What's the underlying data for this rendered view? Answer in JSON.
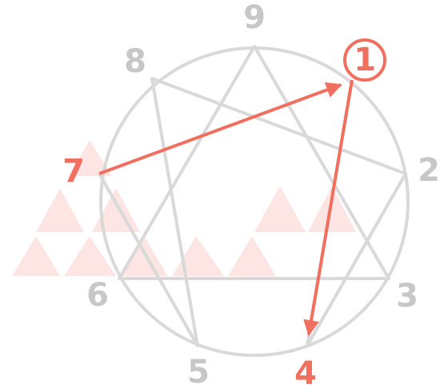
{
  "diagram": {
    "points": [
      {
        "id": "p1",
        "label": "1",
        "highlighted": true,
        "circled": true
      },
      {
        "id": "p2",
        "label": "2",
        "highlighted": false
      },
      {
        "id": "p3",
        "label": "3",
        "highlighted": false
      },
      {
        "id": "p4",
        "label": "4",
        "highlighted": true
      },
      {
        "id": "p5",
        "label": "5",
        "highlighted": false
      },
      {
        "id": "p6",
        "label": "6",
        "highlighted": false
      },
      {
        "id": "p7",
        "label": "7",
        "highlighted": true
      },
      {
        "id": "p8",
        "label": "8",
        "highlighted": false
      },
      {
        "id": "p9",
        "label": "9",
        "highlighted": false
      }
    ],
    "arrows": [
      {
        "from": "7",
        "to": "1"
      },
      {
        "from": "1",
        "to": "4"
      }
    ],
    "colors": {
      "line_gray": "#d9d9d9",
      "label_gray": "#c7c7c7",
      "accent_red": "#f06f5f",
      "triangle_pink": "#fde3e0"
    }
  }
}
